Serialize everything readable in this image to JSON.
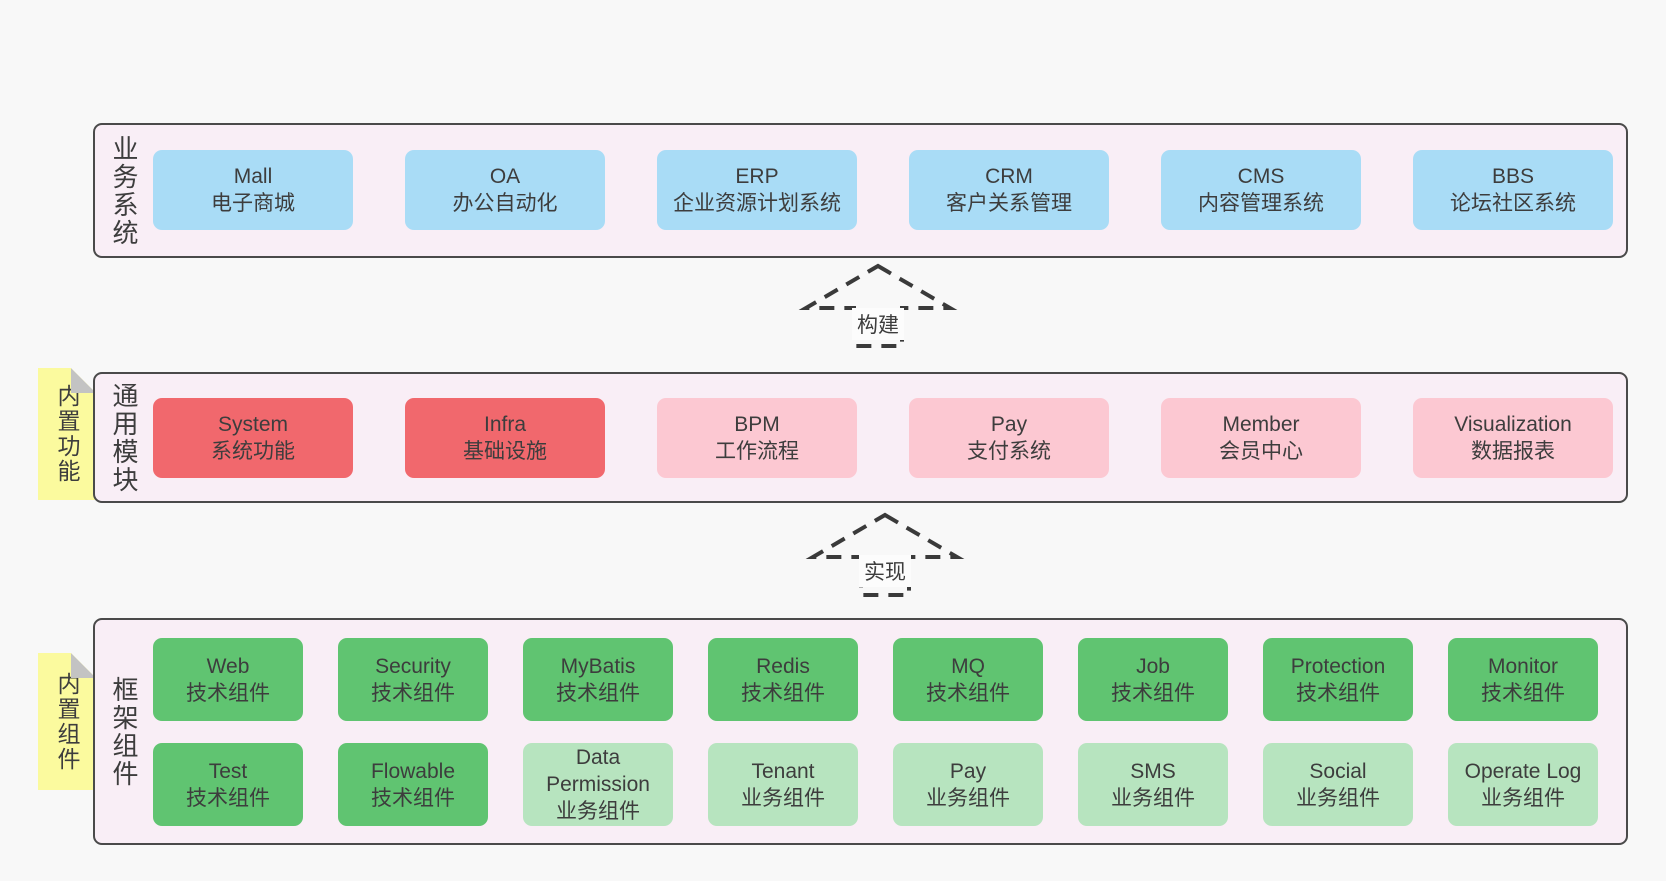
{
  "diagram": {
    "arrows": [
      {
        "label": "构建"
      },
      {
        "label": "实现"
      }
    ],
    "bands": [
      {
        "label": "业务系统",
        "boxes": [
          {
            "name": "Mall",
            "desc": "电子商城"
          },
          {
            "name": "OA",
            "desc": "办公自动化"
          },
          {
            "name": "ERP",
            "desc": "企业资源计划系统"
          },
          {
            "name": "CRM",
            "desc": "客户关系管理"
          },
          {
            "name": "CMS",
            "desc": "内容管理系统"
          },
          {
            "name": "BBS",
            "desc": "论坛社区系统"
          }
        ]
      },
      {
        "label": "通用模块",
        "note": "内置功能",
        "boxes": [
          {
            "name": "System",
            "desc": "系统功能"
          },
          {
            "name": "Infra",
            "desc": "基础设施"
          },
          {
            "name": "BPM",
            "desc": "工作流程"
          },
          {
            "name": "Pay",
            "desc": "支付系统"
          },
          {
            "name": "Member",
            "desc": "会员中心"
          },
          {
            "name": "Visualization",
            "desc": "数据报表"
          }
        ]
      },
      {
        "label": "框架组件",
        "note": "内置组件",
        "rows": [
          [
            {
              "name": "Web",
              "desc": "技术组件"
            },
            {
              "name": "Security",
              "desc": "技术组件"
            },
            {
              "name": "MyBatis",
              "desc": "技术组件"
            },
            {
              "name": "Redis",
              "desc": "技术组件"
            },
            {
              "name": "MQ",
              "desc": "技术组件"
            },
            {
              "name": "Job",
              "desc": "技术组件"
            },
            {
              "name": "Protection",
              "desc": "技术组件"
            },
            {
              "name": "Monitor",
              "desc": "技术组件"
            }
          ],
          [
            {
              "name": "Test",
              "desc": "技术组件"
            },
            {
              "name": "Flowable",
              "desc": "技术组件"
            },
            {
              "name": "Data Permission",
              "desc": "业务组件"
            },
            {
              "name": "Tenant",
              "desc": "业务组件"
            },
            {
              "name": "Pay",
              "desc": "业务组件"
            },
            {
              "name": "SMS",
              "desc": "业务组件"
            },
            {
              "name": "Social",
              "desc": "业务组件"
            },
            {
              "name": "Operate Log",
              "desc": "业务组件"
            }
          ]
        ]
      }
    ],
    "colors": {
      "page_bg": "#f8f8f8",
      "band_bg": "#f9eef6",
      "band_border": "#4a4a4a",
      "blue_box": "#a9dcf6",
      "red_box": "#f1686d",
      "pink_box": "#fcc8d2",
      "green_box": "#60c471",
      "light_green_box": "#b7e4bf",
      "note_yellow": "#fbfa9e",
      "note_fold": "#c3c3c3",
      "text": "#3d3d3d"
    }
  }
}
